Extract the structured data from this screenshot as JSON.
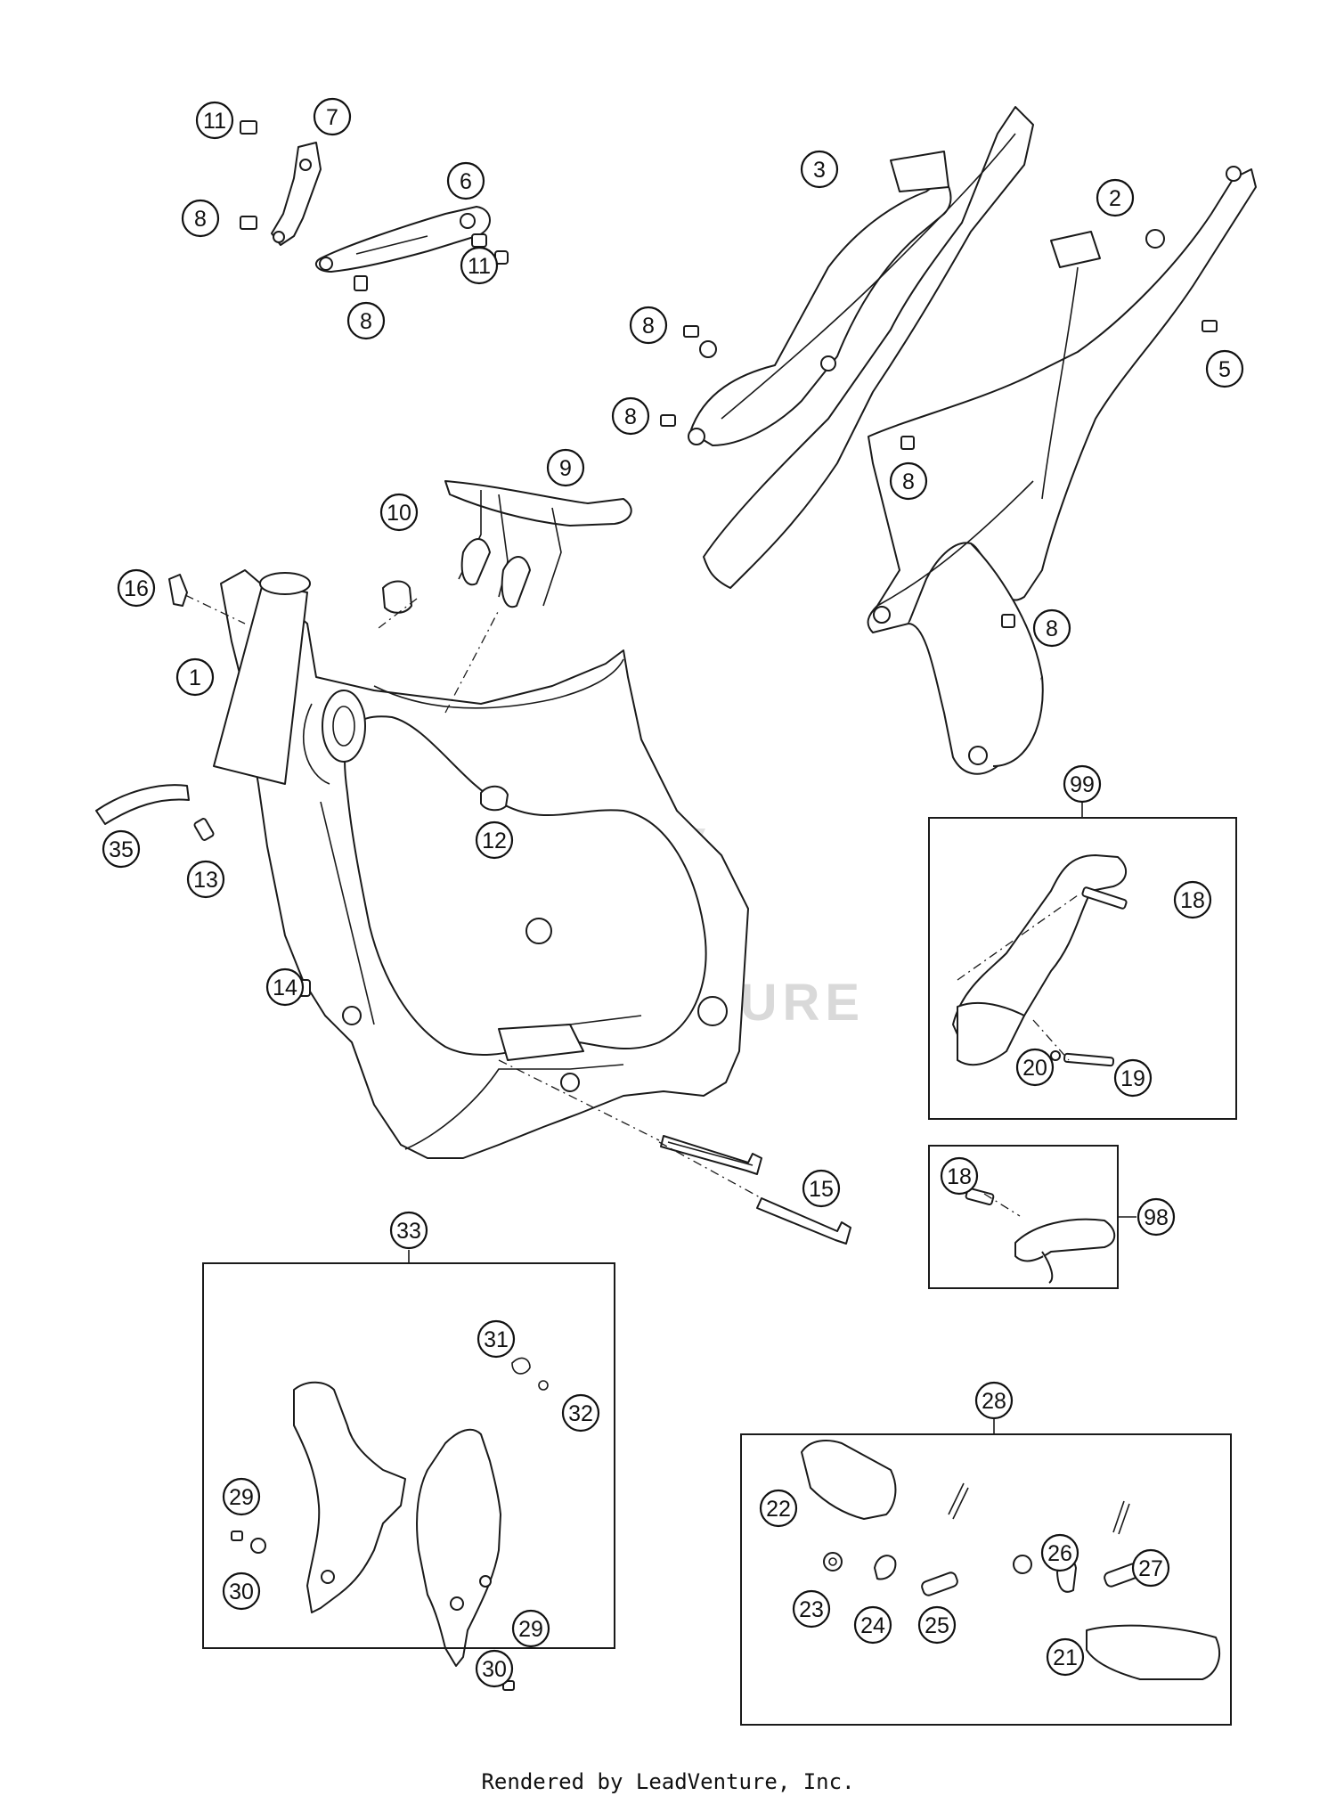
{
  "watermark": "LEADVENTURE",
  "footer": "Rendered by LeadVenture, Inc.",
  "callouts": [
    "1",
    "2",
    "3",
    "5",
    "6",
    "7",
    "8",
    "9",
    "10",
    "11",
    "12",
    "13",
    "14",
    "15",
    "16",
    "18",
    "19",
    "20",
    "21",
    "22",
    "23",
    "24",
    "25",
    "26",
    "27",
    "28",
    "29",
    "30",
    "31",
    "32",
    "33",
    "35",
    "98",
    "99"
  ],
  "groups": [
    "33",
    "99",
    "98",
    "28"
  ]
}
